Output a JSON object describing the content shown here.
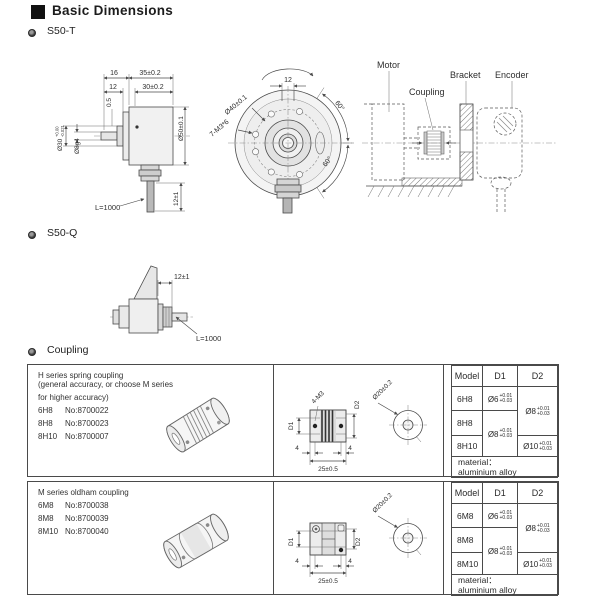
{
  "header": {
    "title": "Basic Dimensions"
  },
  "sections": {
    "s50t": "S50-T",
    "s50q": "S50-Q",
    "coupling": "Coupling"
  },
  "s50t_side": {
    "dim_16": "16",
    "dim_35": "35±0.2",
    "dim_12": "12",
    "dim_30": "30±0.2",
    "dim_05": "0.5",
    "dia30_val": "Ø30",
    "dia30_sup": "+0.00",
    "dia30_sub": "-0.021",
    "dia8": "Ø8g4",
    "dia50": "Ø50±0.1",
    "dim_12_1": "12±1",
    "cable_len": "L=1000"
  },
  "s50t_front": {
    "dim_12": "12",
    "dia40": "Ø40±0.1",
    "screws": "7-M3*6",
    "angle_top": "60°",
    "angle_bottom": "60°"
  },
  "install": {
    "motor": "Motor",
    "coupling": "Coupling",
    "bracket": "Bracket",
    "encoder": "Encoder"
  },
  "s50q": {
    "dim_12_1": "12±1",
    "cable_len": "L=1000"
  },
  "coupling_rows": [
    {
      "desc_line1": "H series spring coupling",
      "desc_line2": "(general accuracy, or choose M series",
      "desc_line3": "for higher accuracy)",
      "models": [
        {
          "code": "6H8",
          "no": "No:8700022"
        },
        {
          "code": "8H8",
          "no": "No:8700023"
        },
        {
          "code": "8H10",
          "no": "No:8700007"
        }
      ],
      "dims": {
        "screws": "4-M3",
        "d1": "D1",
        "d2": "D2",
        "end_left": "4",
        "end_right": "4",
        "width": "25±0.5",
        "outer_dia": "Ø20±0.2"
      },
      "table": {
        "col_model": "Model",
        "col_d1": "D1",
        "col_d2": "D2",
        "row1_model": "6H8",
        "row2_model": "8H8",
        "row3_model": "8H10",
        "d1_top_val": "Ø6",
        "d1_top_sup": "+0.01",
        "d1_top_sub": "+0.03",
        "d1_bot_val": "Ø8",
        "d1_bot_sup": "+0.01",
        "d1_bot_sub": "+0.03",
        "d2_top_val": "Ø8",
        "d2_top_sup": "+0.01",
        "d2_top_sub": "+0.03",
        "d2_bot_val": "Ø10",
        "d2_bot_sup": "+0.01",
        "d2_bot_sub": "+0.03",
        "material_label": "material：",
        "material_value": "aluminium alloy"
      }
    },
    {
      "desc_line1": "M series oldham coupling",
      "models": [
        {
          "code": "6M8",
          "no": "No:8700038"
        },
        {
          "code": "8M8",
          "no": "No:8700039"
        },
        {
          "code": "8M10",
          "no": "No:8700040"
        }
      ],
      "dims": {
        "d1": "D1",
        "d2": "D2",
        "end_left": "4",
        "end_right": "4",
        "width": "25±0.5",
        "outer_dia": "Ø20±0.2"
      },
      "table": {
        "col_model": "Model",
        "col_d1": "D1",
        "col_d2": "D2",
        "row1_model": "6M8",
        "row2_model": "8M8",
        "row3_model": "8M10",
        "d1_top_val": "Ø6",
        "d1_top_sup": "+0.01",
        "d1_top_sub": "+0.03",
        "d1_bot_val": "Ø8",
        "d1_bot_sup": "+0.01",
        "d1_bot_sub": "+0.03",
        "d2_top_val": "Ø8",
        "d2_top_sup": "+0.01",
        "d2_top_sub": "+0.03",
        "d2_bot_val": "Ø10",
        "d2_bot_sup": "+0.01",
        "d2_bot_sub": "+0.03",
        "material_label": "material：",
        "material_value": "aluminium alloy"
      }
    }
  ]
}
